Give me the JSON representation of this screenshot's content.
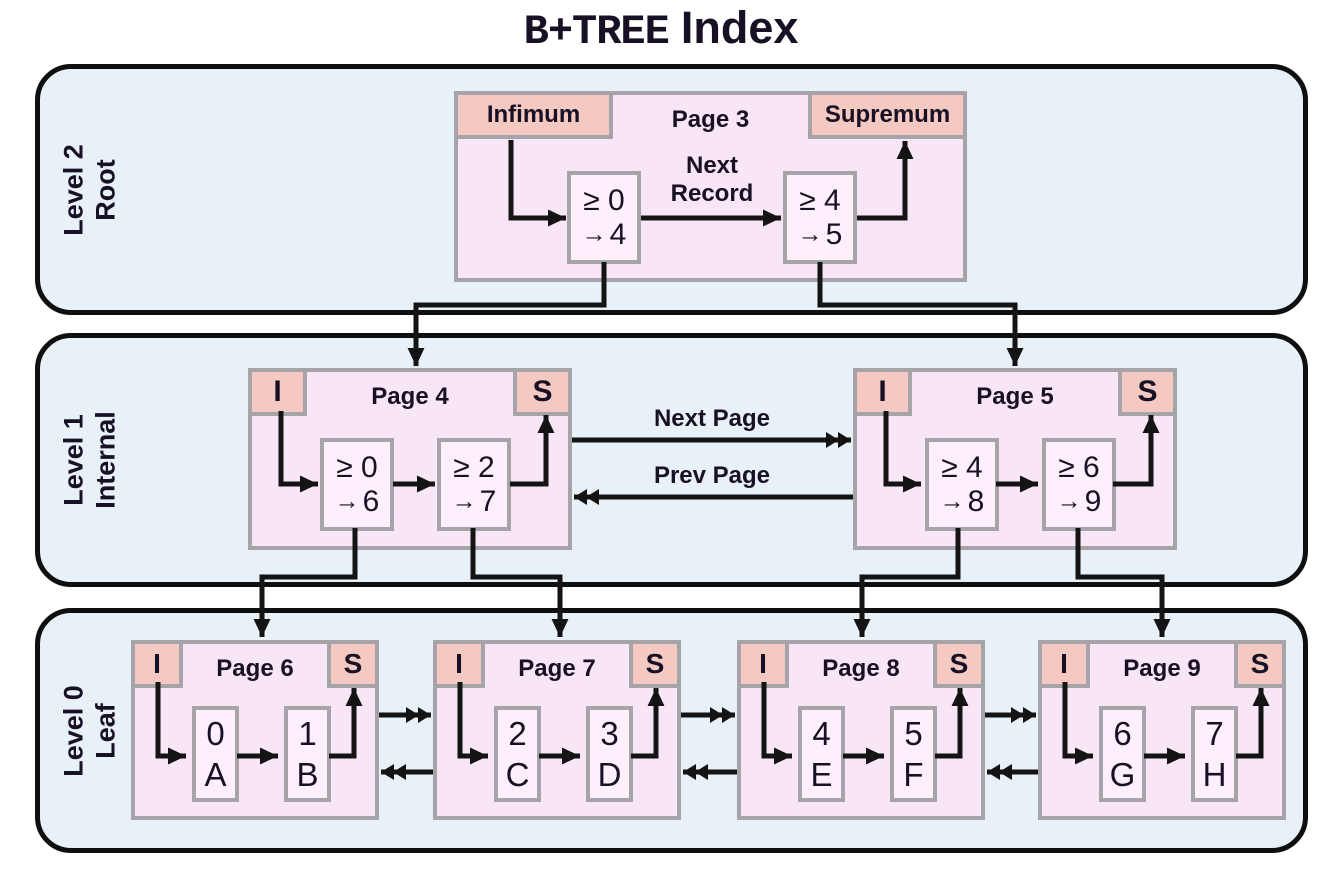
{
  "title": {
    "tree": "B+TREE",
    "index": "Index"
  },
  "levels": [
    {
      "line1": "Level 2",
      "line2": "Root"
    },
    {
      "line1": "Level 1",
      "line2": "Internal"
    },
    {
      "line1": "Level 0",
      "line2": "Leaf"
    }
  ],
  "labels": {
    "next_record_line1": "Next",
    "next_record_line2": "Record",
    "next_page": "Next Page",
    "prev_page": "Prev Page"
  },
  "glyphs": {
    "pointer_arrow": "→"
  },
  "pages": {
    "root": {
      "name": "Page 3",
      "infimum": "Infimum",
      "supremum": "Supremum",
      "records": [
        {
          "ge": "≥ 0",
          "ptr": "4"
        },
        {
          "ge": "≥ 4",
          "ptr": "5"
        }
      ]
    },
    "internal": [
      {
        "name": "Page 4",
        "infimum": "I",
        "supremum": "S",
        "records": [
          {
            "ge": "≥ 0",
            "ptr": "6"
          },
          {
            "ge": "≥ 2",
            "ptr": "7"
          }
        ]
      },
      {
        "name": "Page 5",
        "infimum": "I",
        "supremum": "S",
        "records": [
          {
            "ge": "≥ 4",
            "ptr": "8"
          },
          {
            "ge": "≥ 6",
            "ptr": "9"
          }
        ]
      }
    ],
    "leaf": [
      {
        "name": "Page 6",
        "infimum": "I",
        "supremum": "S",
        "records": [
          {
            "key": "0",
            "val": "A"
          },
          {
            "key": "1",
            "val": "B"
          }
        ]
      },
      {
        "name": "Page 7",
        "infimum": "I",
        "supremum": "S",
        "records": [
          {
            "key": "2",
            "val": "C"
          },
          {
            "key": "3",
            "val": "D"
          }
        ]
      },
      {
        "name": "Page 8",
        "infimum": "I",
        "supremum": "S",
        "records": [
          {
            "key": "4",
            "val": "E"
          },
          {
            "key": "5",
            "val": "F"
          }
        ]
      },
      {
        "name": "Page 9",
        "infimum": "I",
        "supremum": "S",
        "records": [
          {
            "key": "6",
            "val": "G"
          },
          {
            "key": "7",
            "val": "H"
          }
        ]
      }
    ]
  },
  "colors": {
    "container_fill": "#e9f1f8",
    "container_border": "#0f0f0f",
    "page_fill": "#f8e5f6",
    "record_fill": "#fdf0fc",
    "marker_fill": "#f3c9c1",
    "box_border": "#a6a4a8",
    "ink": "#181024",
    "line": "#141414"
  }
}
